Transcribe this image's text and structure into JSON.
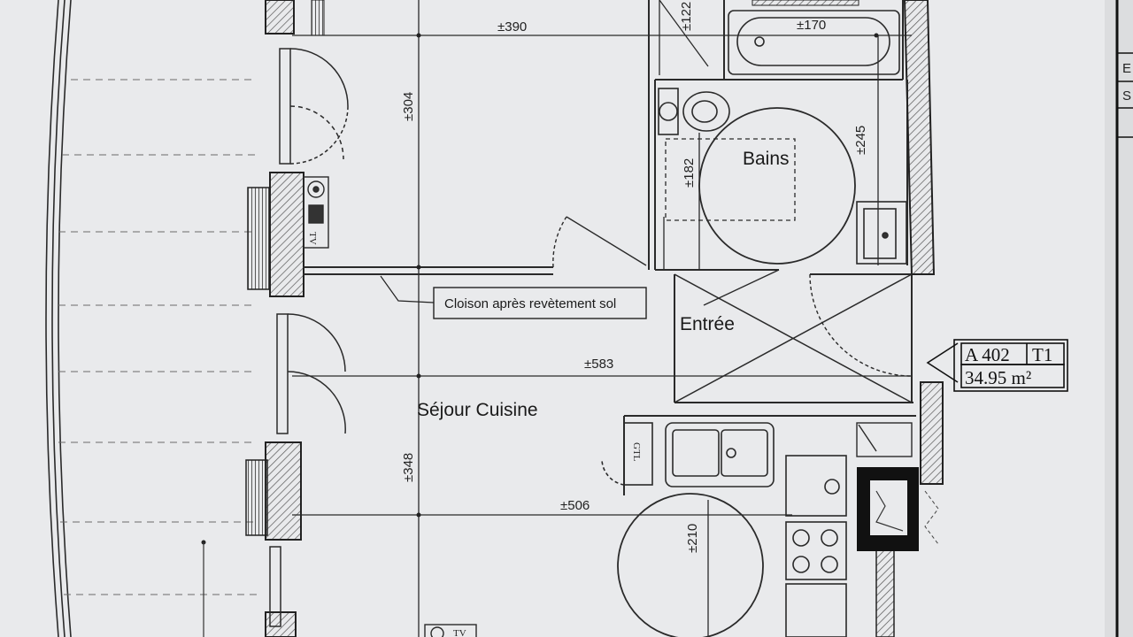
{
  "dimensions": {
    "d390": "±390",
    "d122": "±122",
    "d170": "±170",
    "d304": "±304",
    "d182": "±182",
    "d245": "±245",
    "d583": "±583",
    "d348": "±348",
    "d506": "±506",
    "d210": "±210"
  },
  "rooms": {
    "bathroom": "Bains",
    "entrance": "Entrée",
    "living_kitchen": "Séjour Cuisine"
  },
  "note": "Cloison après revètement sol",
  "unit_tag": {
    "apartment": "A 402",
    "type": "T1",
    "area": "34.95  m²"
  },
  "equipment": {
    "gtl": "GTL",
    "tv": "TV"
  },
  "title_block_letters": [
    "E",
    "S"
  ],
  "colors": {
    "paper": "#e9eaec",
    "ink": "#2a2a2a",
    "hatch": "#555555"
  }
}
